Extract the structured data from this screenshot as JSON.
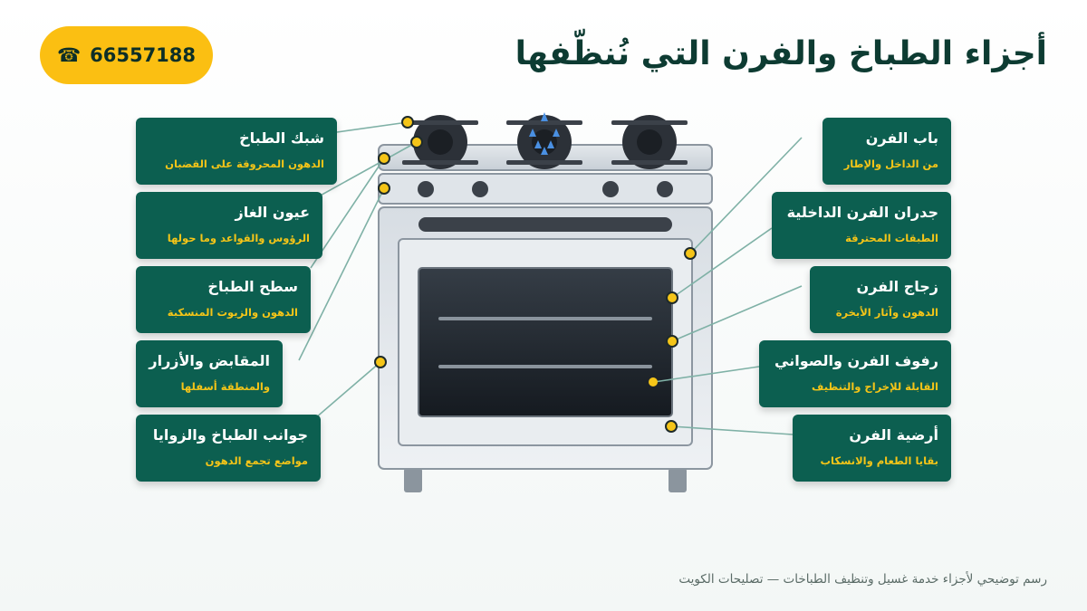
{
  "header": {
    "title": "أجزاء الطباخ والفرن التي نُنظّفها",
    "phone": {
      "icon": "phone-icon",
      "glyph": "☎",
      "number": "66557188"
    }
  },
  "left_labels": [
    {
      "title": "شبك الطباخ",
      "subtitle": "الدهون المحروقة على القضبان"
    },
    {
      "title": "عيون الغاز",
      "subtitle": "الرؤوس والقواعد وما حولها"
    },
    {
      "title": "سطح الطباخ",
      "subtitle": "الدهون والزيوت المنسكبة"
    },
    {
      "title": "المقابض والأزرار",
      "subtitle": "والمنطقة أسفلها"
    },
    {
      "title": "جوانب الطباخ والزوايا",
      "subtitle": "مواضع تجمع الدهون"
    }
  ],
  "right_labels": [
    {
      "title": "باب الفرن",
      "subtitle": "من الداخل والإطار"
    },
    {
      "title": "جدران الفرن الداخلية",
      "subtitle": "الطبقات المحترقة"
    },
    {
      "title": "زجاج الفرن",
      "subtitle": "الدهون وآثار الأبخرة"
    },
    {
      "title": "رفوف الفرن والصواني",
      "subtitle": "القابلة للإخراج والتنظيف"
    },
    {
      "title": "أرضية الفرن",
      "subtitle": "بقايا الطعام والانسكاب"
    }
  ],
  "caption": "رسم توضيحي لأجزاء خدمة غسيل وتنظيف الطباخات — تصليحات الكويت",
  "colors": {
    "label_bg": "#0c5f50",
    "label_title": "#ffffff",
    "label_subtitle": "#f5c518",
    "accent": "#fbbf12",
    "title": "#0d3b32",
    "leader_line": "#7fb1a6",
    "flame": "#4a90e2"
  }
}
